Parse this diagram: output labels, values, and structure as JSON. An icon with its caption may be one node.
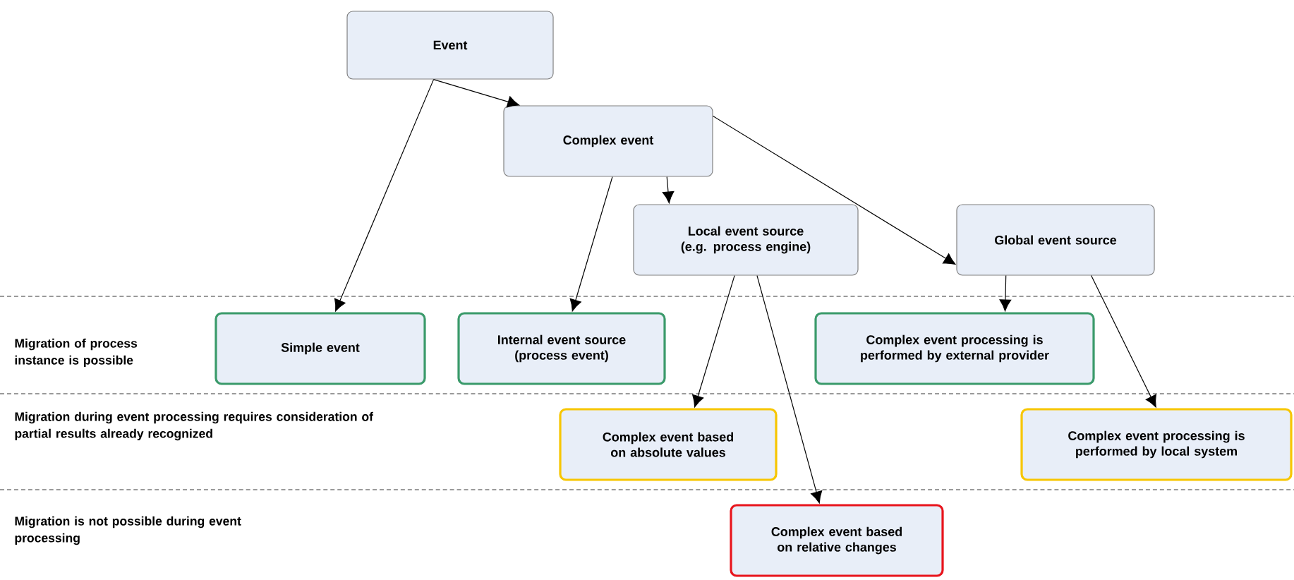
{
  "diagram": {
    "nodes": [
      {
        "text": [
          "Event"
        ]
      },
      {
        "text": [
          "Complex event"
        ]
      },
      {
        "text": [
          "Local event source (e.g. process engine)"
        ]
      },
      {
        "text": [
          "Global event source"
        ]
      },
      {
        "text": [
          "Simple event"
        ]
      },
      {
        "text": [
          "Internal event source (process event)"
        ]
      },
      {
        "text": [
          "Complex event processing is performed by external provider"
        ]
      },
      {
        "text": [
          "Complex event based on absolute values"
        ]
      },
      {
        "text": [
          "Complex event processing is performed by local system"
        ]
      },
      {
        "text": [
          "Complex event based on relative changes"
        ]
      }
    ],
    "edges": [
      {
        "from": 0,
        "to": 1,
        "arrow": "to"
      },
      {
        "from": 0,
        "to": 4,
        "arrow": "to"
      },
      {
        "from": 1,
        "to": 2,
        "arrow": "to"
      },
      {
        "from": 1,
        "to": 3,
        "arrow": "to"
      },
      {
        "from": 1,
        "to": 5,
        "arrow": "to"
      },
      {
        "from": 2,
        "to": 7,
        "arrow": "to"
      },
      {
        "from": 2,
        "to": 9,
        "arrow": "to"
      },
      {
        "from": 3,
        "to": 6,
        "arrow": "to"
      },
      {
        "from": 3,
        "to": 8,
        "arrow": "to"
      }
    ],
    "labels": [
      "Migration of process instance is possible",
      "Migration during event processing requires consideration of partial results already recognized",
      "Migration is not possible during event processing"
    ]
  }
}
